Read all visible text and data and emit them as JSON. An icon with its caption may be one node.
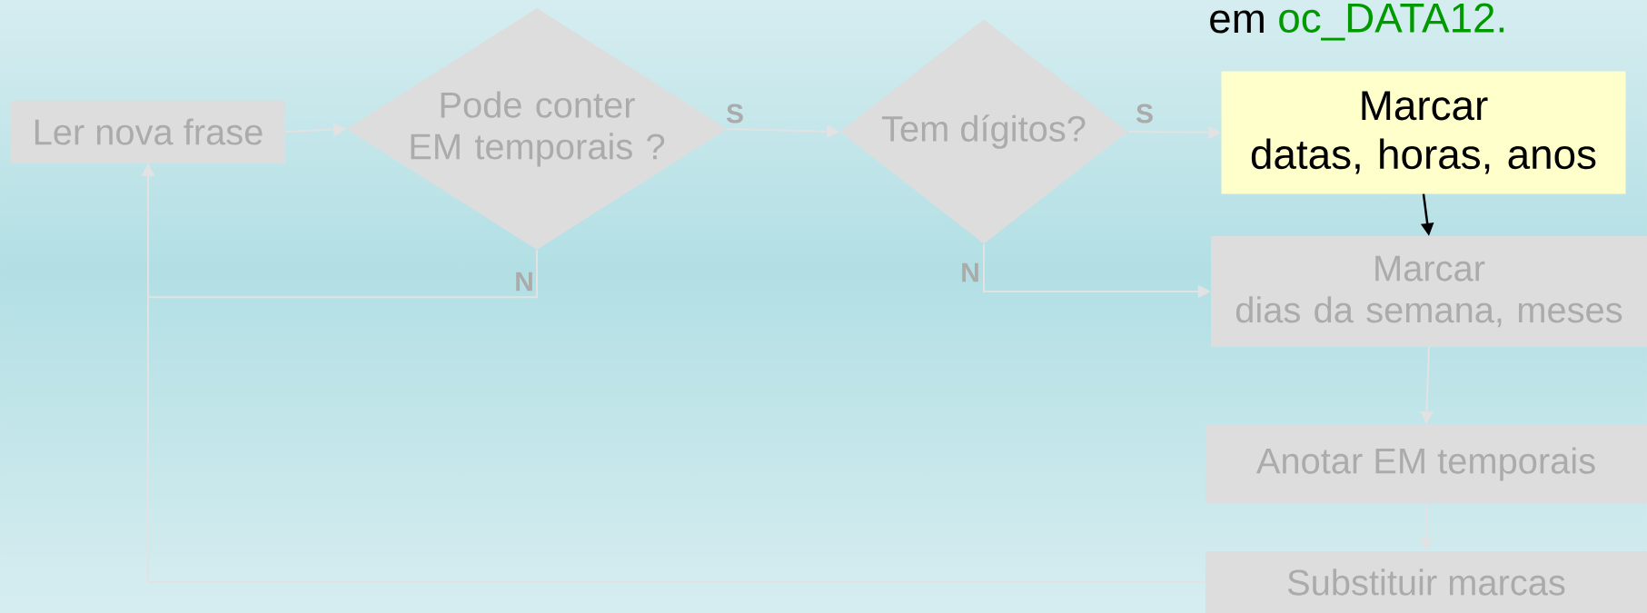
{
  "diagram": {
    "nodes": [
      {
        "text": [
          "Ler nova frase"
        ]
      },
      {
        "text": [
          "Pode conter EM temporais ?"
        ]
      },
      {
        "text": [
          "Tem dígitos?"
        ]
      },
      {
        "text": [
          "Marcar datas, horas, anos"
        ]
      },
      {
        "text": [
          "Marcar dias da semana, meses"
        ]
      },
      {
        "text": [
          "Anotar EM temporais"
        ]
      },
      {
        "text": [
          "Substituir marcas"
        ]
      }
    ],
    "edges": [
      {
        "from": 0,
        "to": 1,
        "arrow": "to"
      },
      {
        "from": 1,
        "to": 2,
        "arrow": "to",
        "label": "S"
      },
      {
        "from": 2,
        "to": 3,
        "arrow": "to",
        "label": "S"
      },
      {
        "from": 3,
        "to": 4,
        "arrow": "to",
        "color": "#000000"
      },
      {
        "from": 2,
        "to": 4,
        "arrow": "to",
        "label": "N"
      },
      {
        "from": 1,
        "to": 0,
        "arrow": "to",
        "label": "N"
      },
      {
        "from": 6,
        "to": 0,
        "arrow": "to"
      },
      {
        "from": 4,
        "to": 5,
        "arrow": "to"
      },
      {
        "from": 5,
        "to": 6,
        "arrow": "to"
      }
    ],
    "labels": [
      "em",
      "oc_DATA12."
    ]
  }
}
